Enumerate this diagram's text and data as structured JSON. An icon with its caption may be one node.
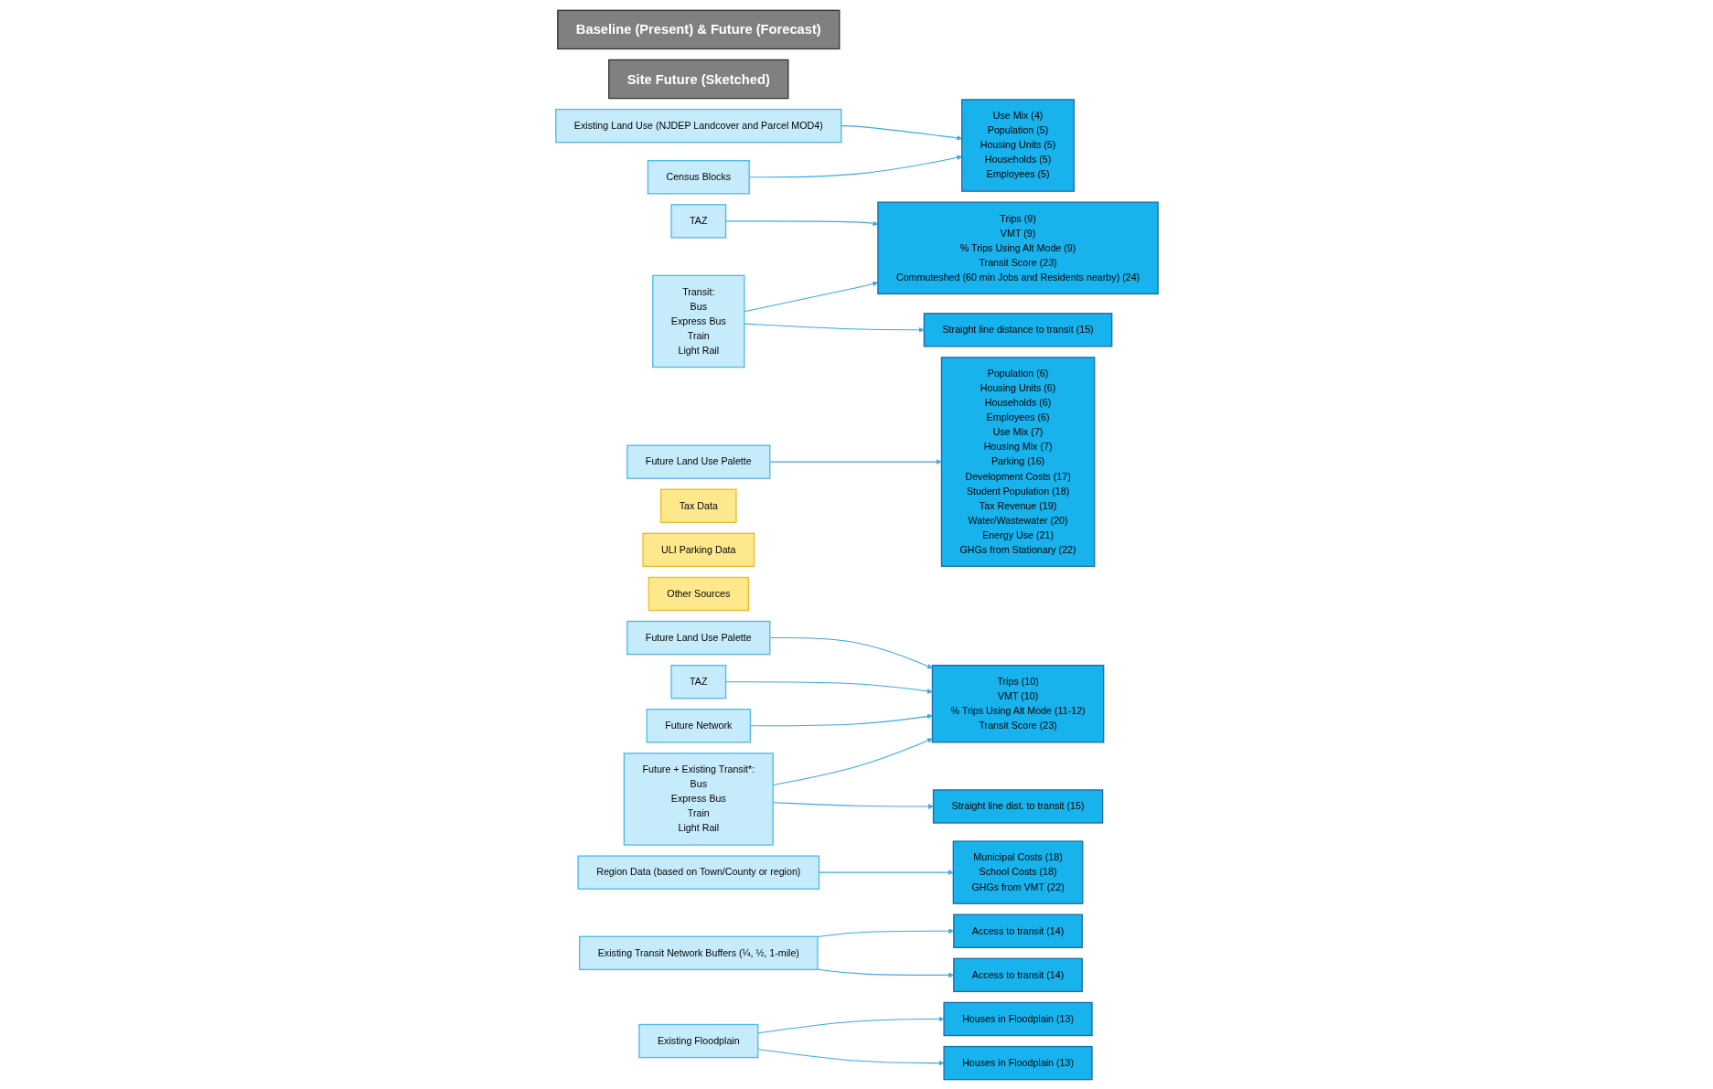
{
  "diagram": {
    "nodes": [
      {
        "text": [
          "Baseline (Present) & Future (Forecast)"
        ]
      },
      {
        "text": [
          "Site Future (Sketched)"
        ]
      },
      {
        "text": [
          "Existing Land Use (NJDEP Landcover and Parcel MOD4)"
        ]
      },
      {
        "text": [
          "Census Blocks"
        ]
      },
      {
        "text": [
          "Use Mix (4)",
          "Population (5)",
          "Housing Units (5)",
          "Households (5)",
          "Employees (5)"
        ]
      },
      {
        "text": [
          "TAZ"
        ]
      },
      {
        "text": [
          "Transit:",
          "Bus",
          "Express Bus",
          "Train",
          "Light Rail"
        ]
      },
      {
        "text": [
          "Trips (9)",
          "VMT (9)",
          "% Trips Using Alt Mode (9)",
          "Transit Score (23)",
          "Commuteshed (60 min Jobs and Residents nearby) (24)"
        ]
      },
      {
        "text": [
          "Straight line distance to transit (15)"
        ]
      },
      {
        "text": [
          "Access to transit (14)"
        ]
      },
      {
        "text": [
          "Houses in Floodplain (13)"
        ]
      },
      {
        "text": [
          "Future Land Use Palette"
        ]
      },
      {
        "text": [
          "Tax Data"
        ]
      },
      {
        "text": [
          "ULI Parking Data"
        ]
      },
      {
        "text": [
          "Other Sources"
        ]
      },
      {
        "text": [
          "Population (6)",
          "Housing Units (6)",
          "Households (6)",
          "Employees (6)",
          "Use Mix (7)",
          "Housing Mix (7)",
          "Parking (16)",
          "Development Costs (17)",
          "Student Population (18)",
          "Tax Revenue (19)",
          "Water/Wastewater (20)",
          "Energy Use (21)",
          "GHGs from Stationary (22)"
        ]
      },
      {
        "text": [
          "Future Land Use Palette"
        ]
      },
      {
        "text": [
          "TAZ"
        ]
      },
      {
        "text": [
          "Future Network"
        ]
      },
      {
        "text": [
          "Future + Existing Transit*:",
          "Bus",
          "Express Bus",
          "Train",
          "Light Rail"
        ]
      },
      {
        "text": [
          "Trips (10)",
          "VMT (10)",
          "% Trips Using Alt Mode (11-12)",
          "Transit Score (23)"
        ]
      },
      {
        "text": [
          "Straight line dist. to transit (15)"
        ]
      },
      {
        "text": [
          "Region Data (based on Town/County or region)"
        ]
      },
      {
        "text": [
          "Municipal Costs (18)",
          "School Costs (18)",
          "GHGs from VMT (22)"
        ]
      },
      {
        "text": [
          "Existing Transit Network Buffers (¼, ½, 1-mile)"
        ]
      },
      {
        "text": [
          "Access to transit (14)"
        ]
      },
      {
        "text": [
          "Existing Floodplain"
        ]
      },
      {
        "text": [
          "Houses in Floodplain (13)"
        ]
      }
    ],
    "edges": [
      {
        "from": 2,
        "to": 4,
        "arrow": "to"
      },
      {
        "from": 3,
        "to": 4,
        "arrow": "to"
      },
      {
        "from": 5,
        "to": 7,
        "arrow": "to"
      },
      {
        "from": 6,
        "to": 7,
        "arrow": "to"
      },
      {
        "from": 6,
        "to": 8,
        "arrow": "to"
      },
      {
        "from": 24,
        "to": 9,
        "arrow": "to"
      },
      {
        "from": 26,
        "to": 10,
        "arrow": "to"
      },
      {
        "from": 11,
        "to": 15,
        "arrow": "to"
      },
      {
        "from": 16,
        "to": 20,
        "arrow": "to"
      },
      {
        "from": 17,
        "to": 20,
        "arrow": "to"
      },
      {
        "from": 18,
        "to": 20,
        "arrow": "to"
      },
      {
        "from": 19,
        "to": 20,
        "arrow": "to"
      },
      {
        "from": 19,
        "to": 21,
        "arrow": "to"
      },
      {
        "from": 22,
        "to": 23,
        "arrow": "to"
      },
      {
        "from": 24,
        "to": 25,
        "arrow": "to"
      },
      {
        "from": 26,
        "to": 27,
        "arrow": "to"
      }
    ]
  }
}
